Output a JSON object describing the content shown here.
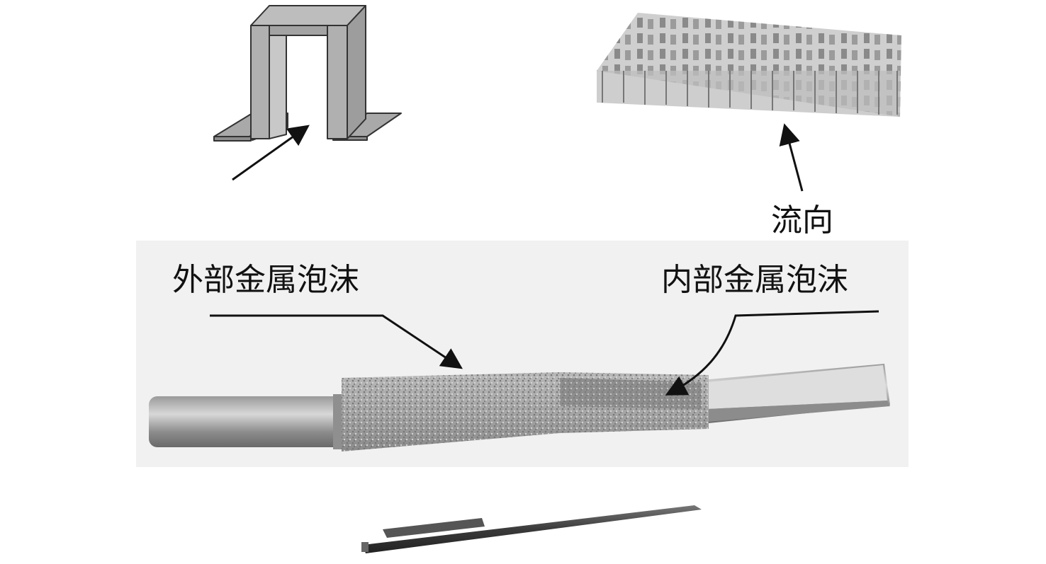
{
  "labels": {
    "outer_foam": "外部金属泡沫",
    "inner_foam": "内部金属泡沫",
    "flow_direction": "流向"
  }
}
